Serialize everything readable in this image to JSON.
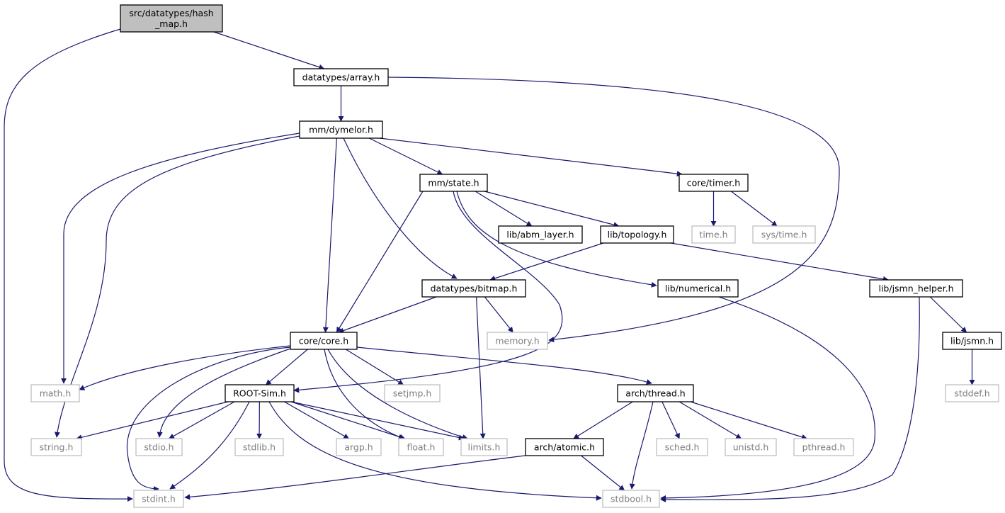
{
  "graph": {
    "colors": {
      "edge": "#191970",
      "node_border": "#000000",
      "system_border": "#bfbfbf",
      "system_text": "#7f7f7f",
      "root_fill": "#bfbfbf",
      "fill": "#ffffff",
      "text": "#000000"
    },
    "nodes": [
      {
        "id": "hashmap",
        "kind": "root",
        "lines": [
          "src/datatypes/hash",
          "_map.h"
        ]
      },
      {
        "id": "array",
        "kind": "project",
        "lines": [
          "datatypes/array.h"
        ]
      },
      {
        "id": "dymelor",
        "kind": "project",
        "lines": [
          "mm/dymelor.h"
        ]
      },
      {
        "id": "state",
        "kind": "project",
        "lines": [
          "mm/state.h"
        ]
      },
      {
        "id": "timer",
        "kind": "project",
        "lines": [
          "core/timer.h"
        ]
      },
      {
        "id": "abm",
        "kind": "project",
        "lines": [
          "lib/abm_layer.h"
        ]
      },
      {
        "id": "topology",
        "kind": "project",
        "lines": [
          "lib/topology.h"
        ]
      },
      {
        "id": "timeh",
        "kind": "system",
        "lines": [
          "time.h"
        ]
      },
      {
        "id": "systime",
        "kind": "system",
        "lines": [
          "sys/time.h"
        ]
      },
      {
        "id": "bitmap",
        "kind": "project",
        "lines": [
          "datatypes/bitmap.h"
        ]
      },
      {
        "id": "numerical",
        "kind": "project",
        "lines": [
          "lib/numerical.h"
        ]
      },
      {
        "id": "jsmnhelper",
        "kind": "project",
        "lines": [
          "lib/jsmn_helper.h"
        ]
      },
      {
        "id": "core",
        "kind": "project",
        "lines": [
          "core/core.h"
        ]
      },
      {
        "id": "memory",
        "kind": "system",
        "lines": [
          "memory.h"
        ]
      },
      {
        "id": "jsmn",
        "kind": "project",
        "lines": [
          "lib/jsmn.h"
        ]
      },
      {
        "id": "math",
        "kind": "system",
        "lines": [
          "math.h"
        ]
      },
      {
        "id": "rootsim",
        "kind": "project",
        "lines": [
          "ROOT-Sim.h"
        ]
      },
      {
        "id": "setjmp",
        "kind": "system",
        "lines": [
          "setjmp.h"
        ]
      },
      {
        "id": "thread",
        "kind": "project",
        "lines": [
          "arch/thread.h"
        ]
      },
      {
        "id": "stddef",
        "kind": "system",
        "lines": [
          "stddef.h"
        ]
      },
      {
        "id": "string",
        "kind": "system",
        "lines": [
          "string.h"
        ]
      },
      {
        "id": "stdio",
        "kind": "system",
        "lines": [
          "stdio.h"
        ]
      },
      {
        "id": "stdlib",
        "kind": "system",
        "lines": [
          "stdlib.h"
        ]
      },
      {
        "id": "argp",
        "kind": "system",
        "lines": [
          "argp.h"
        ]
      },
      {
        "id": "float",
        "kind": "system",
        "lines": [
          "float.h"
        ]
      },
      {
        "id": "limits",
        "kind": "system",
        "lines": [
          "limits.h"
        ]
      },
      {
        "id": "atomic",
        "kind": "project",
        "lines": [
          "arch/atomic.h"
        ]
      },
      {
        "id": "sched",
        "kind": "system",
        "lines": [
          "sched.h"
        ]
      },
      {
        "id": "unistd",
        "kind": "system",
        "lines": [
          "unistd.h"
        ]
      },
      {
        "id": "pthread",
        "kind": "system",
        "lines": [
          "pthread.h"
        ]
      },
      {
        "id": "stdint",
        "kind": "system",
        "lines": [
          "stdint.h"
        ]
      },
      {
        "id": "stdbool",
        "kind": "system",
        "lines": [
          "stdbool.h"
        ]
      }
    ],
    "edges": [
      {
        "from": "hashmap",
        "to": "array"
      },
      {
        "from": "hashmap",
        "to": "stdint"
      },
      {
        "from": "array",
        "to": "dymelor"
      },
      {
        "from": "array",
        "to": "memory"
      },
      {
        "from": "dymelor",
        "to": "state"
      },
      {
        "from": "dymelor",
        "to": "timer"
      },
      {
        "from": "dymelor",
        "to": "bitmap"
      },
      {
        "from": "dymelor",
        "to": "core"
      },
      {
        "from": "dymelor",
        "to": "math"
      },
      {
        "from": "dymelor",
        "to": "string"
      },
      {
        "from": "state",
        "to": "abm"
      },
      {
        "from": "state",
        "to": "topology"
      },
      {
        "from": "state",
        "to": "numerical"
      },
      {
        "from": "state",
        "to": "core"
      },
      {
        "from": "state",
        "to": "rootsim"
      },
      {
        "from": "timer",
        "to": "timeh"
      },
      {
        "from": "timer",
        "to": "systime"
      },
      {
        "from": "topology",
        "to": "bitmap"
      },
      {
        "from": "topology",
        "to": "jsmnhelper"
      },
      {
        "from": "bitmap",
        "to": "core"
      },
      {
        "from": "bitmap",
        "to": "memory"
      },
      {
        "from": "bitmap",
        "to": "limits"
      },
      {
        "from": "numerical",
        "to": "stdbool"
      },
      {
        "from": "jsmnhelper",
        "to": "jsmn"
      },
      {
        "from": "jsmnhelper",
        "to": "stdbool"
      },
      {
        "from": "jsmn",
        "to": "stddef"
      },
      {
        "from": "core",
        "to": "math"
      },
      {
        "from": "core",
        "to": "rootsim"
      },
      {
        "from": "core",
        "to": "setjmp"
      },
      {
        "from": "core",
        "to": "thread"
      },
      {
        "from": "core",
        "to": "stdio"
      },
      {
        "from": "core",
        "to": "float"
      },
      {
        "from": "core",
        "to": "limits"
      },
      {
        "from": "core",
        "to": "stdint"
      },
      {
        "from": "rootsim",
        "to": "string"
      },
      {
        "from": "rootsim",
        "to": "stdio"
      },
      {
        "from": "rootsim",
        "to": "stdlib"
      },
      {
        "from": "rootsim",
        "to": "argp"
      },
      {
        "from": "rootsim",
        "to": "float"
      },
      {
        "from": "rootsim",
        "to": "limits"
      },
      {
        "from": "rootsim",
        "to": "stdint"
      },
      {
        "from": "rootsim",
        "to": "stdbool"
      },
      {
        "from": "thread",
        "to": "atomic"
      },
      {
        "from": "thread",
        "to": "sched"
      },
      {
        "from": "thread",
        "to": "unistd"
      },
      {
        "from": "thread",
        "to": "pthread"
      },
      {
        "from": "thread",
        "to": "stdbool"
      },
      {
        "from": "atomic",
        "to": "stdint"
      },
      {
        "from": "atomic",
        "to": "stdbool"
      }
    ]
  }
}
